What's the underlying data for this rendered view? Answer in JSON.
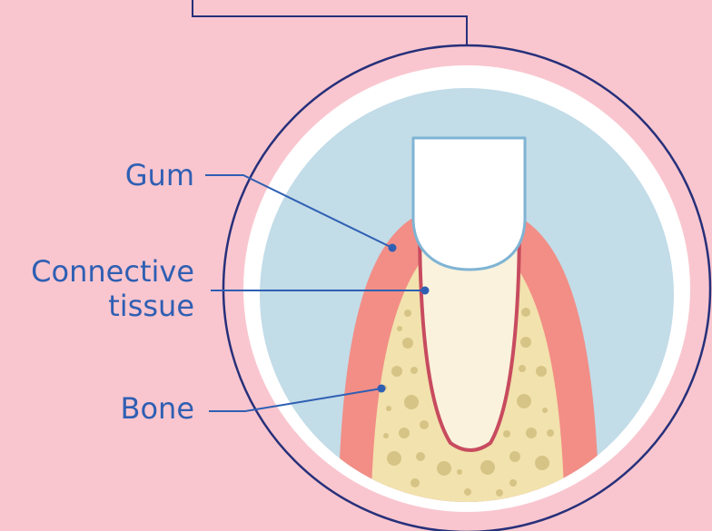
{
  "labels": {
    "gum": "Gum",
    "connective_line1": "Connective",
    "connective_line2": "tissue",
    "bone": "Bone"
  },
  "colors": {
    "background": "#f9c6cf",
    "outline": "#27307a",
    "ring": "#ffffff",
    "inner_field": "#c2dce8",
    "gum": "#f28e86",
    "bone": "#f2e2ad",
    "bone_spots": "#d6c486",
    "root": "#faf2dd",
    "root_outline": "#c84b5f",
    "crown": "#ffffff",
    "crown_outline": "#7fb4d4",
    "leader_line": "#2f5fb3",
    "label_text": "#2f5fb3"
  }
}
